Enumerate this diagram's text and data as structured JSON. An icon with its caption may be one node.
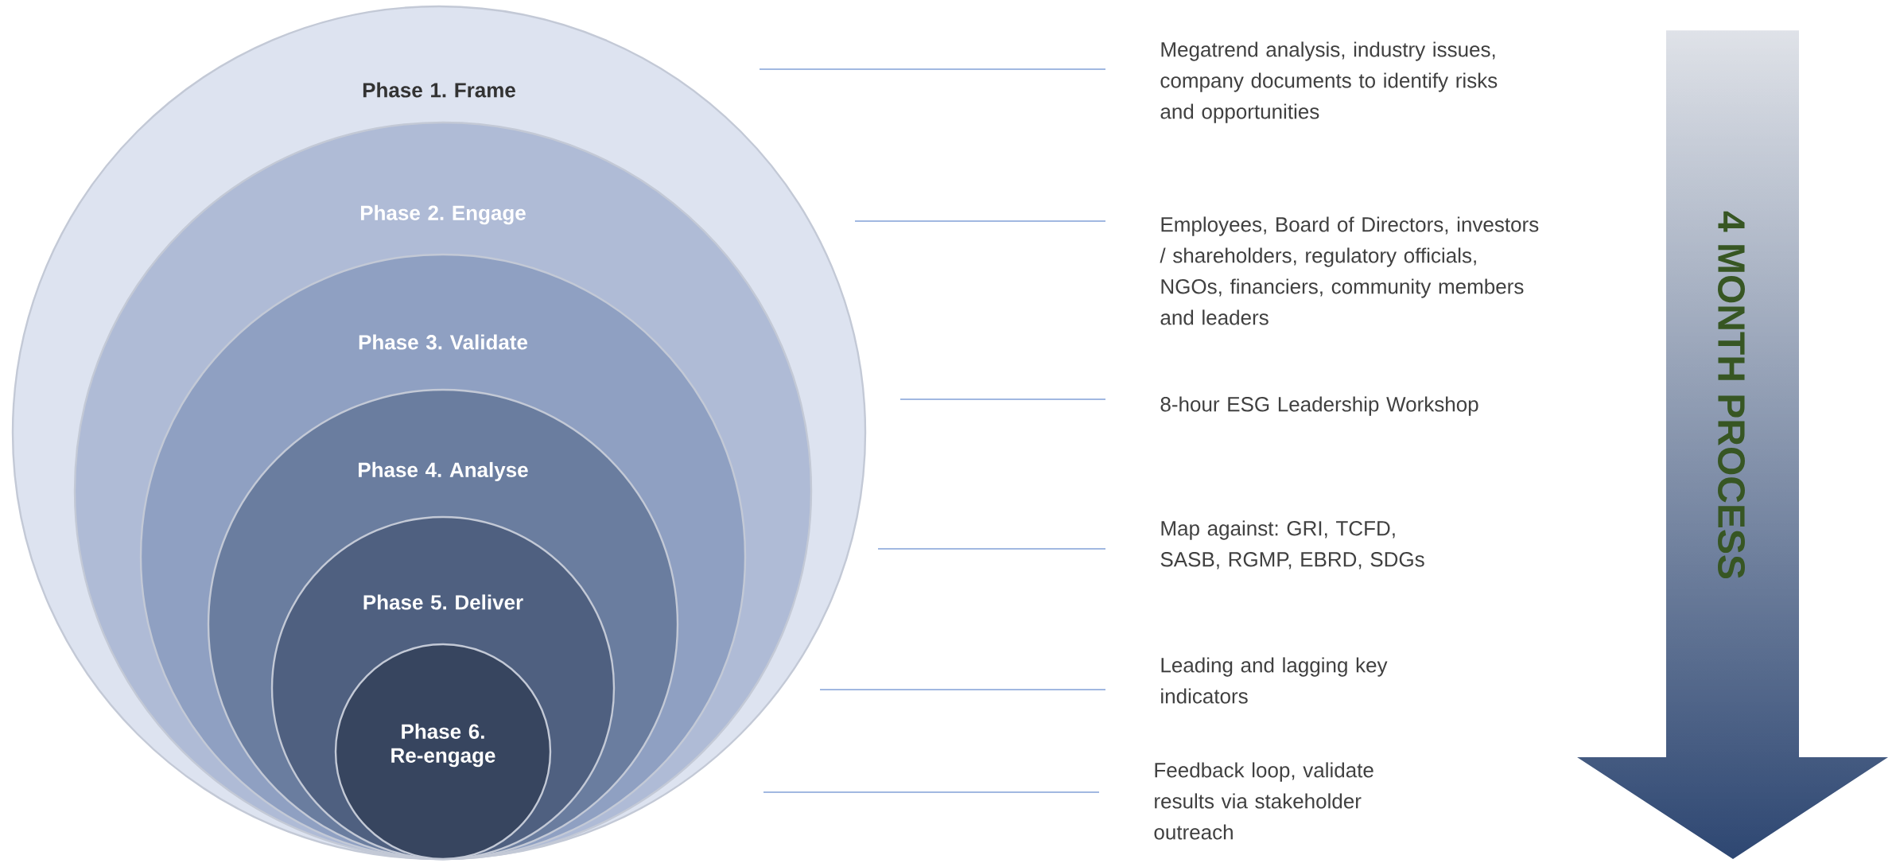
{
  "diagram": {
    "nodes": [
      {
        "text": [
          "Phase 1. Frame"
        ]
      },
      {
        "text": [
          "Phase 2. Engage"
        ],
        "in": 0
      },
      {
        "text": [
          "Phase 3. Validate"
        ],
        "in": 1
      },
      {
        "text": [
          "Phase 4. Analyse"
        ],
        "in": 2
      },
      {
        "text": [
          "Phase 5. Deliver"
        ],
        "in": 3
      },
      {
        "text": [
          "Phase 6. Re-engage"
        ],
        "in": 4
      },
      {
        "text": [
          "Megatrend analysis, industry issues, company documents to identify risks and opportunities"
        ]
      },
      {
        "text": [
          "Employees, Board of Directors, investors / shareholders, regulatory officials, NGOs, financiers, community members and leaders"
        ]
      },
      {
        "text": [
          "8-hour ESG Leadership Workshop"
        ]
      },
      {
        "text": [
          "Map against: GRI, TCFD, SASB, RGMP, EBRD, SDGs"
        ]
      },
      {
        "text": [
          "Leading and lagging key indicators"
        ]
      },
      {
        "text": [
          "Feedback loop, validate results via stakeholder outreach"
        ]
      },
      {
        "text": [
          "4 MONTH PROCESS"
        ]
      }
    ],
    "edges": [
      {
        "from": 6,
        "to": null,
        "arrow": "none"
      },
      {
        "from": 7,
        "to": null,
        "arrow": "none"
      },
      {
        "from": 8,
        "to": null,
        "arrow": "none"
      },
      {
        "from": 9,
        "to": null,
        "arrow": "none"
      },
      {
        "from": 10,
        "to": null,
        "arrow": "none"
      },
      {
        "from": 11,
        "to": null,
        "arrow": "none"
      }
    ]
  }
}
